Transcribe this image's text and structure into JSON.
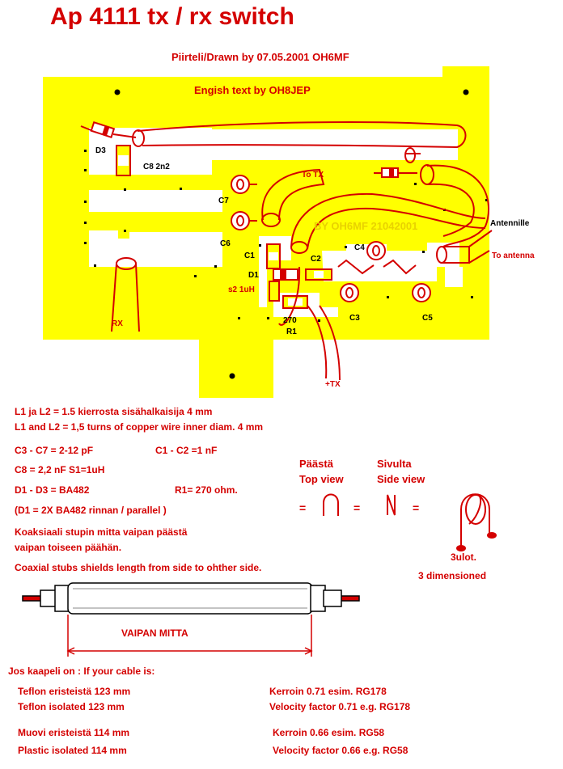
{
  "title": "Ap 4111 tx / rx  switch",
  "drawn_by": "Piirteli/Drawn by 07.05.2001 OH6MF",
  "english_by": "Engish text by OH8JEP",
  "board_watermark": "BY OH6MF 21042001",
  "board_labels": {
    "d3": "D3",
    "c8": "C8 2n2",
    "to_tx": "To  TX",
    "c7": "C7",
    "c6": "C6",
    "c1": "C1",
    "d1": "D1",
    "c2": "C2",
    "s2": "s2 1uH",
    "c4": "C4",
    "antennille": "Antennille",
    "to_antenna": "To antenna",
    "rx": "RX",
    "r270": "270",
    "r1": "R1",
    "c3": "C3",
    "c5": "C5",
    "tx_plus": "+TX"
  },
  "notes": {
    "l_fi": "L1 ja L2 = 1.5 kierrosta sisähalkaisija 4 mm",
    "l_en": "L1 and L2 = 1,5 turns of copper wire inner diam. 4 mm",
    "c3c7": "C3 - C7 = 2-12 pF",
    "c1c2": "C1 - C2 =1 nF",
    "c8s1": "C8 = 2,2 nF    S1=1uH",
    "diodes": "D1 - D3 = BA482",
    "r1": "R1= 270 ohm.",
    "d1_parallel": "(D1 = 2X BA482 rinnan / parallel )",
    "coax_fi_1": "Koaksiaali stupin mitta vaipan päästä",
    "coax_fi_2": "vaipan toiseen päähän.",
    "coax_en": "Coaxial stubs shields length from side to ohther side."
  },
  "views": {
    "top_fi": "Päästä",
    "side_fi": "Sivulta",
    "top_en": "Top view",
    "side_en": "Side view",
    "eq1": "=",
    "eq2": "=",
    "eq3": "=",
    "three_fi": "3ulot.",
    "three_en": "3 dimensioned"
  },
  "cable_label": "VAIPAN MITTA",
  "table": {
    "header": "Jos kaapeli on : If your cable is:",
    "rows": [
      {
        "left": "Teflon eristeistä     123 mm",
        "right": "Kerroin 0.71 esim. RG178"
      },
      {
        "left": "Teflon isolated              123 mm",
        "right": "Velocity factor 0.71 e.g. RG178"
      },
      {
        "left": "Muovi eristeistä 114 mm",
        "right": "Kerroin 0.66 esim. RG58"
      },
      {
        "left": "Plastic isolated   114 mm",
        "right": "Velocity factor 0.66 e.g. RG58"
      }
    ]
  },
  "colors": {
    "board": "#ffff00",
    "ink": "#d40000",
    "background": "#ffffff"
  }
}
